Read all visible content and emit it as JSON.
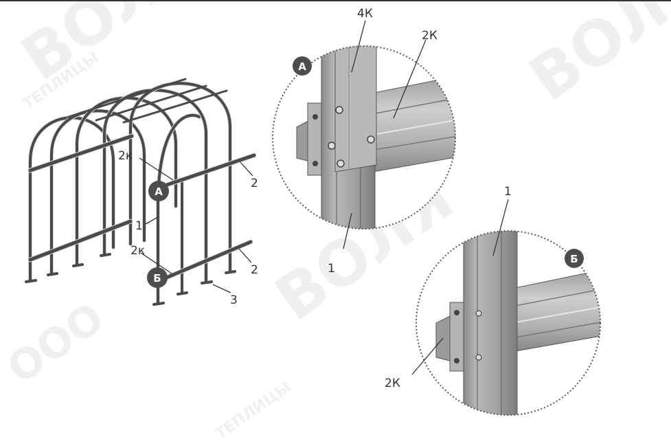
{
  "watermark": {
    "brand": "ВОЛЯ",
    "prefix": "ООО",
    "sub": "ТЕПЛИЦЫ"
  },
  "callouts": {
    "badge_a": "А",
    "badge_b": "Б",
    "frame_2k_upper": "2к",
    "frame_2k_lower": "2к",
    "frame_1": "1",
    "frame_2_upper": "2",
    "frame_2_lower": "2",
    "frame_3": "3",
    "detail_a_4k": "4К",
    "detail_a_2k": "2К",
    "detail_a_1": "1",
    "detail_b_1": "1",
    "detail_b_2k": "2К"
  },
  "colors": {
    "frame": "#4a4a4a",
    "metal_light": "#c4c4c4",
    "metal_mid": "#a6a6a6",
    "metal_dark": "#7c7c7c",
    "badge": "#4d4d4d"
  }
}
